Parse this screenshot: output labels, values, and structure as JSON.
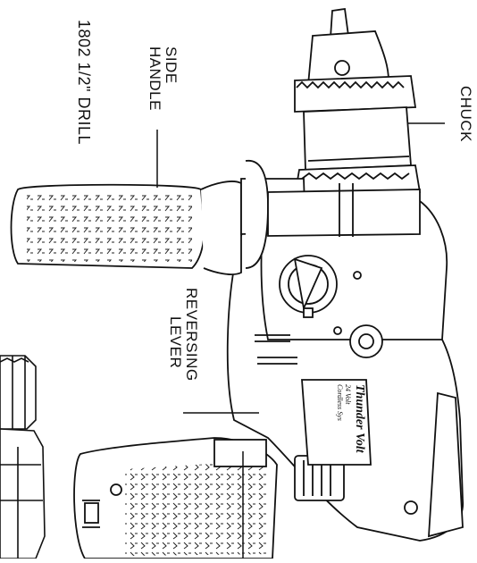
{
  "labels": {
    "title": "1802 1/2\" DRILL",
    "side_handle_line1": "SIDE",
    "side_handle_line2": "HANDLE",
    "chuck": "CHUCK",
    "reversing_line1": "REVERSING",
    "reversing_line2": "LEVER"
  },
  "brand": {
    "name": "Thunder Volt",
    "line1": "24 Volt",
    "line2": "Cordless Sys"
  },
  "colors": {
    "ink": "#111111",
    "background": "#ffffff"
  }
}
